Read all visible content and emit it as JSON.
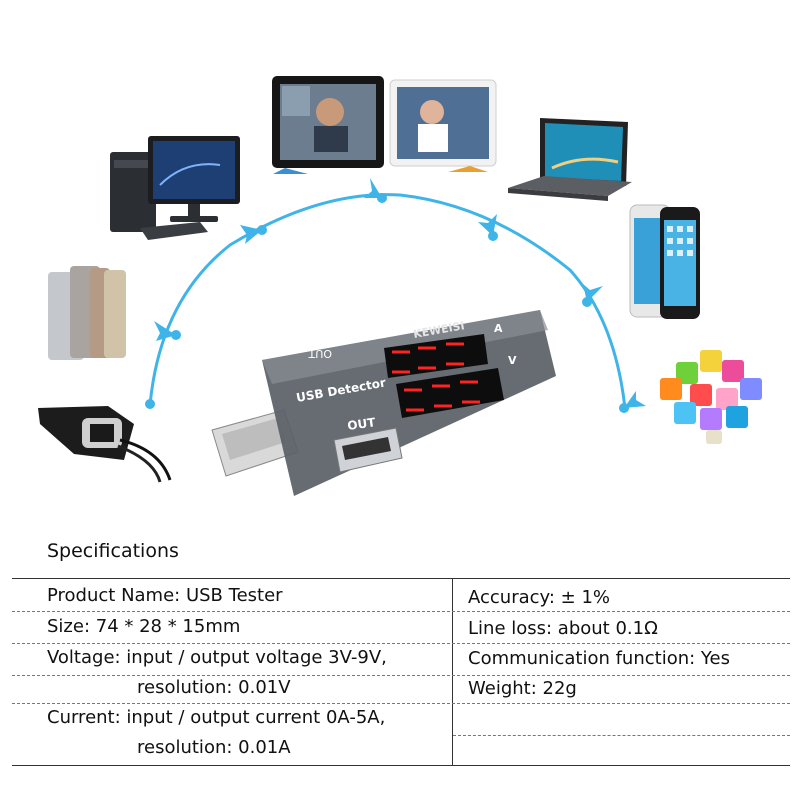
{
  "illustration": {
    "device_labels": {
      "out_top": "OUT",
      "usb_detector": "USB Detector",
      "out_port": "OUT",
      "brand": "KEWEISI",
      "amp_unit": "A",
      "volt_unit": "V"
    },
    "devices": [
      "desktop-computer",
      "tablet",
      "tablet",
      "laptop",
      "smartphone",
      "power-bank",
      "usb-chargers",
      "car-charger"
    ],
    "arc_color": "#3fb4e8"
  },
  "specs": {
    "title": "Specifications",
    "left": [
      {
        "line1": "Product Name: USB Tester"
      },
      {
        "line1": "Size: 74 * 28 * 15mm"
      },
      {
        "line1": "Voltage: input / output voltage 3V-9V,",
        "line2": "resolution: 0.01V"
      },
      {
        "line1": "Current: input / output current 0A-5A,",
        "line2": "resolution: 0.01A"
      }
    ],
    "right": [
      "Accuracy: ± 1%",
      "Line loss: about 0.1Ω",
      "Communication function: Yes",
      "Weight: 22g"
    ]
  }
}
